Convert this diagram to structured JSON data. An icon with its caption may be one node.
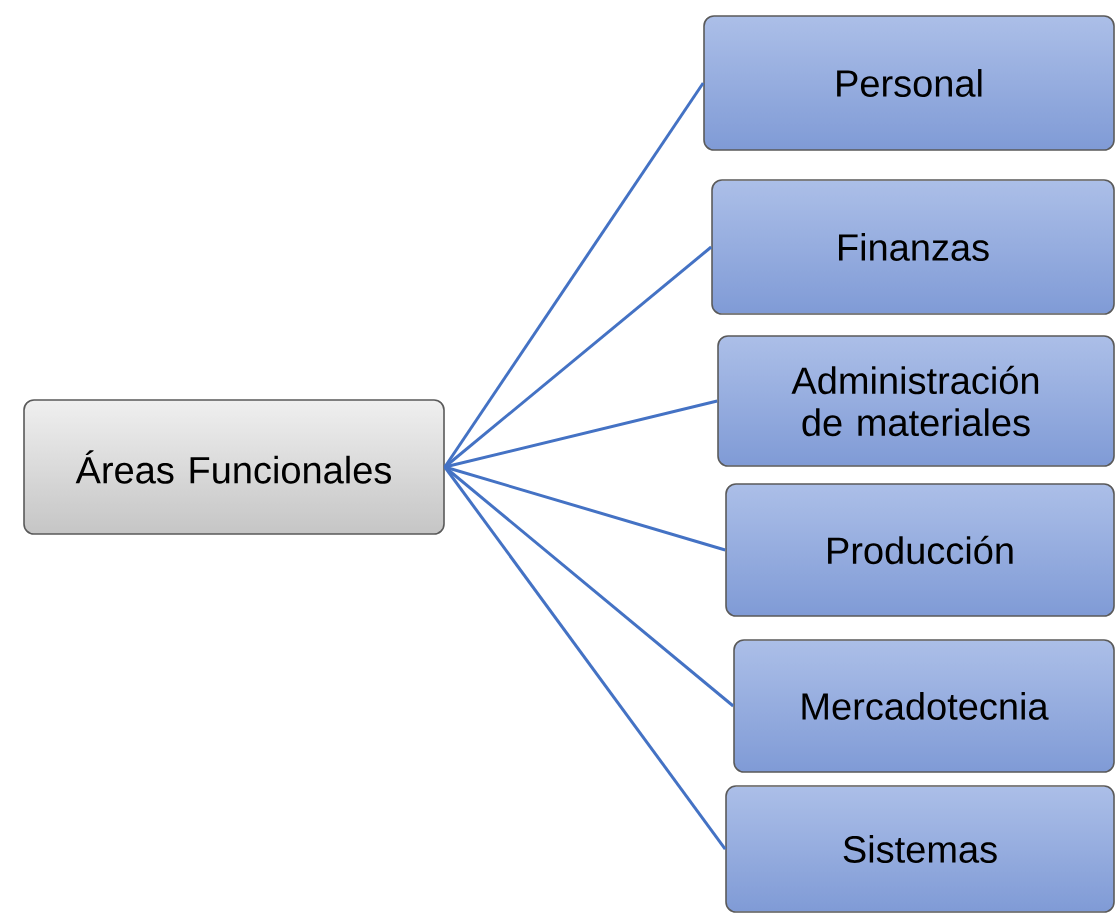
{
  "diagram": {
    "nodes": [
      {
        "text": [
          "Áreas Funcionales"
        ]
      },
      {
        "text": [
          "Personal"
        ]
      },
      {
        "text": [
          "Finanzas"
        ]
      },
      {
        "text": [
          "Administración de materiales"
        ]
      },
      {
        "text": [
          "Producción"
        ]
      },
      {
        "text": [
          "Mercadotecnia"
        ]
      },
      {
        "text": [
          "Sistemas"
        ]
      }
    ],
    "edges": [
      {
        "from": 0,
        "to": 1,
        "arrow": "none"
      },
      {
        "from": 0,
        "to": 2,
        "arrow": "none"
      },
      {
        "from": 0,
        "to": 3,
        "arrow": "none"
      },
      {
        "from": 0,
        "to": 4,
        "arrow": "none"
      },
      {
        "from": 0,
        "to": 5,
        "arrow": "none"
      },
      {
        "from": 0,
        "to": 6,
        "arrow": "none"
      }
    ]
  }
}
